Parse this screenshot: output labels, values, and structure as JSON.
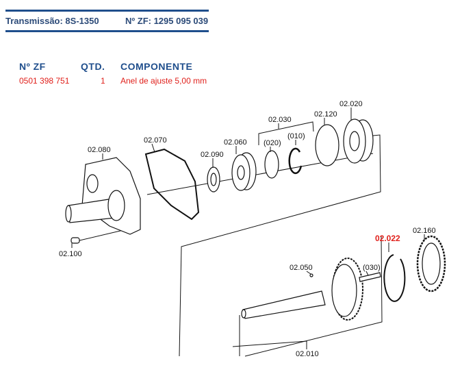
{
  "header": {
    "transmission": "Transmissão: 8S-1350",
    "zf_number": "Nº ZF: 1295 095 039"
  },
  "parts_table": {
    "columns": [
      "Nº ZF",
      "QTD.",
      "COMPONENTE"
    ],
    "rows": [
      {
        "zf": "0501 398 751",
        "qty": "1",
        "component": "Anel de ajuste 5,00 mm"
      }
    ]
  },
  "diagram": {
    "labels": {
      "p080": "02.080",
      "p070": "02.070",
      "p090": "02.090",
      "p060": "02.060",
      "p030": "02.030",
      "s020": "(020)",
      "s010": "(010)",
      "p120": "02.120",
      "p020": "02.020",
      "p100": "02.100",
      "p022": "02.022",
      "p160": "02.160",
      "p050": "02.050",
      "s030": "(030)",
      "p010": "02.010"
    },
    "highlight_color": "#e0201b",
    "accent_color": "#1f4e8c"
  }
}
